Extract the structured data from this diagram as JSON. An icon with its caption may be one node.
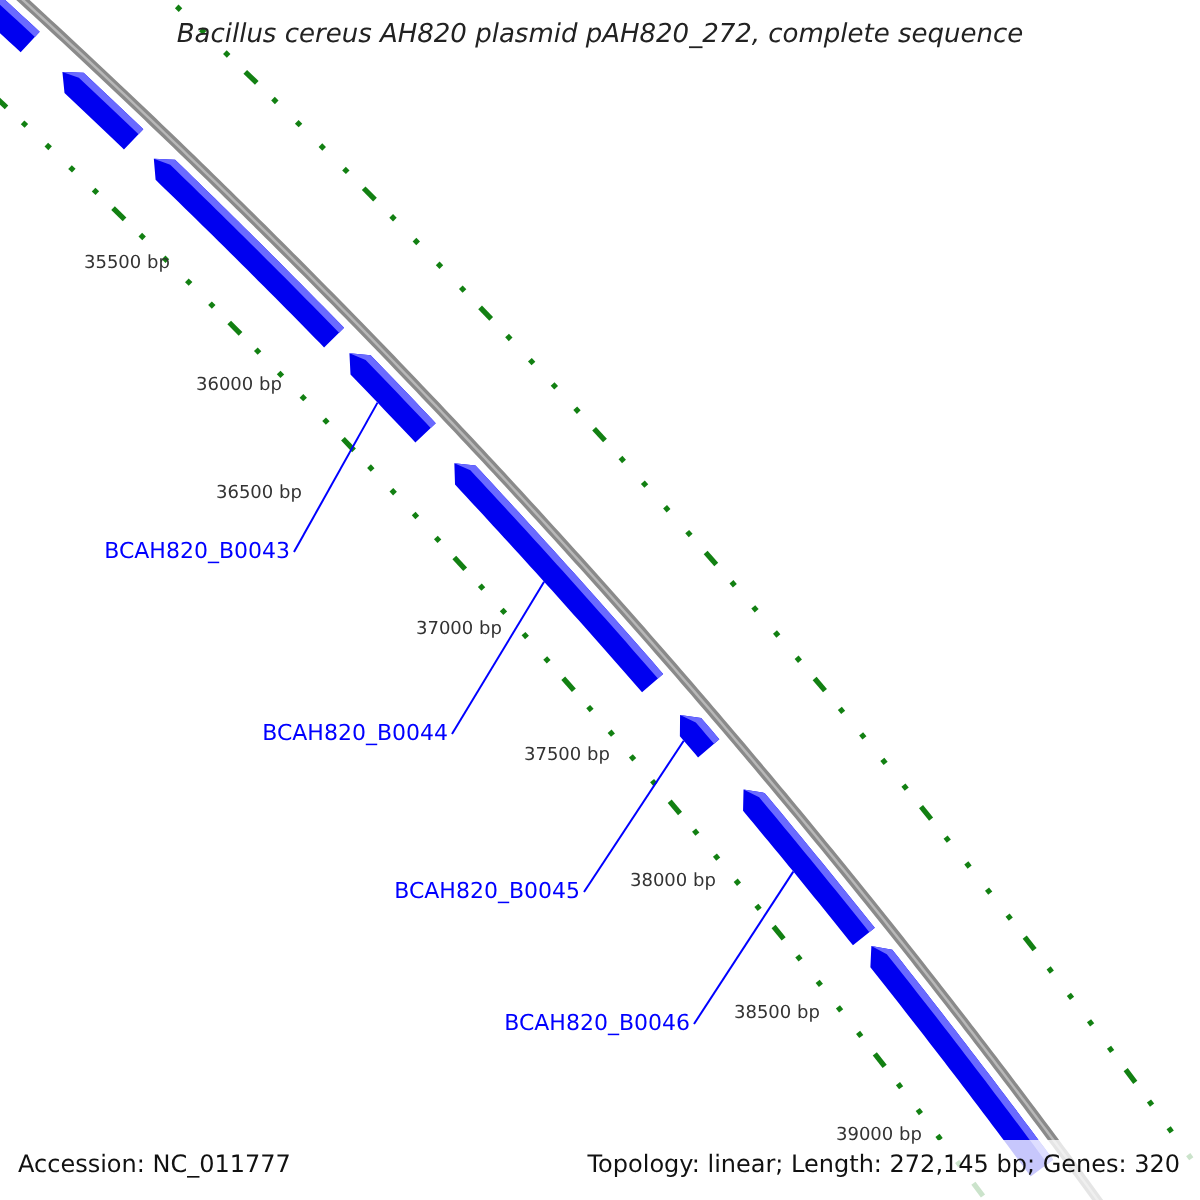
{
  "diagram": {
    "title": "Bacillus cereus AH820 plasmid pAH820_272, complete sequence",
    "nodes": [
      {
        "text": [],
        "shape": "bar"
      },
      {
        "text": [],
        "shape": "bar"
      },
      {
        "text": [],
        "shape": "bar"
      },
      {
        "text": [],
        "shape": "bar"
      },
      {
        "text": [],
        "shape": "bar"
      },
      {
        "text": [],
        "shape": "bar"
      },
      {
        "text": [],
        "shape": "bar"
      },
      {
        "text": [],
        "shape": "bar"
      },
      {
        "text": [
          "BCAH820_B0043"
        ]
      },
      {
        "text": [
          "BCAH820_B0044"
        ]
      },
      {
        "text": [
          "BCAH820_B0045"
        ]
      },
      {
        "text": [
          "BCAH820_B0046"
        ]
      }
    ],
    "edges": [
      {
        "from": 8,
        "to": 3,
        "arrow": "none"
      },
      {
        "from": 9,
        "to": 4,
        "arrow": "none"
      },
      {
        "from": 10,
        "to": 5,
        "arrow": "none"
      },
      {
        "from": 11,
        "to": 6,
        "arrow": "none"
      }
    ],
    "labels": [
      "35500 bp",
      "36000 bp",
      "36500 bp",
      "37000 bp",
      "37500 bp",
      "38000 bp",
      "38500 bp",
      "39000 bp",
      "Accession: NC_011777",
      "Topology: linear; Length: 272,145 bp; Genes: 320"
    ]
  }
}
